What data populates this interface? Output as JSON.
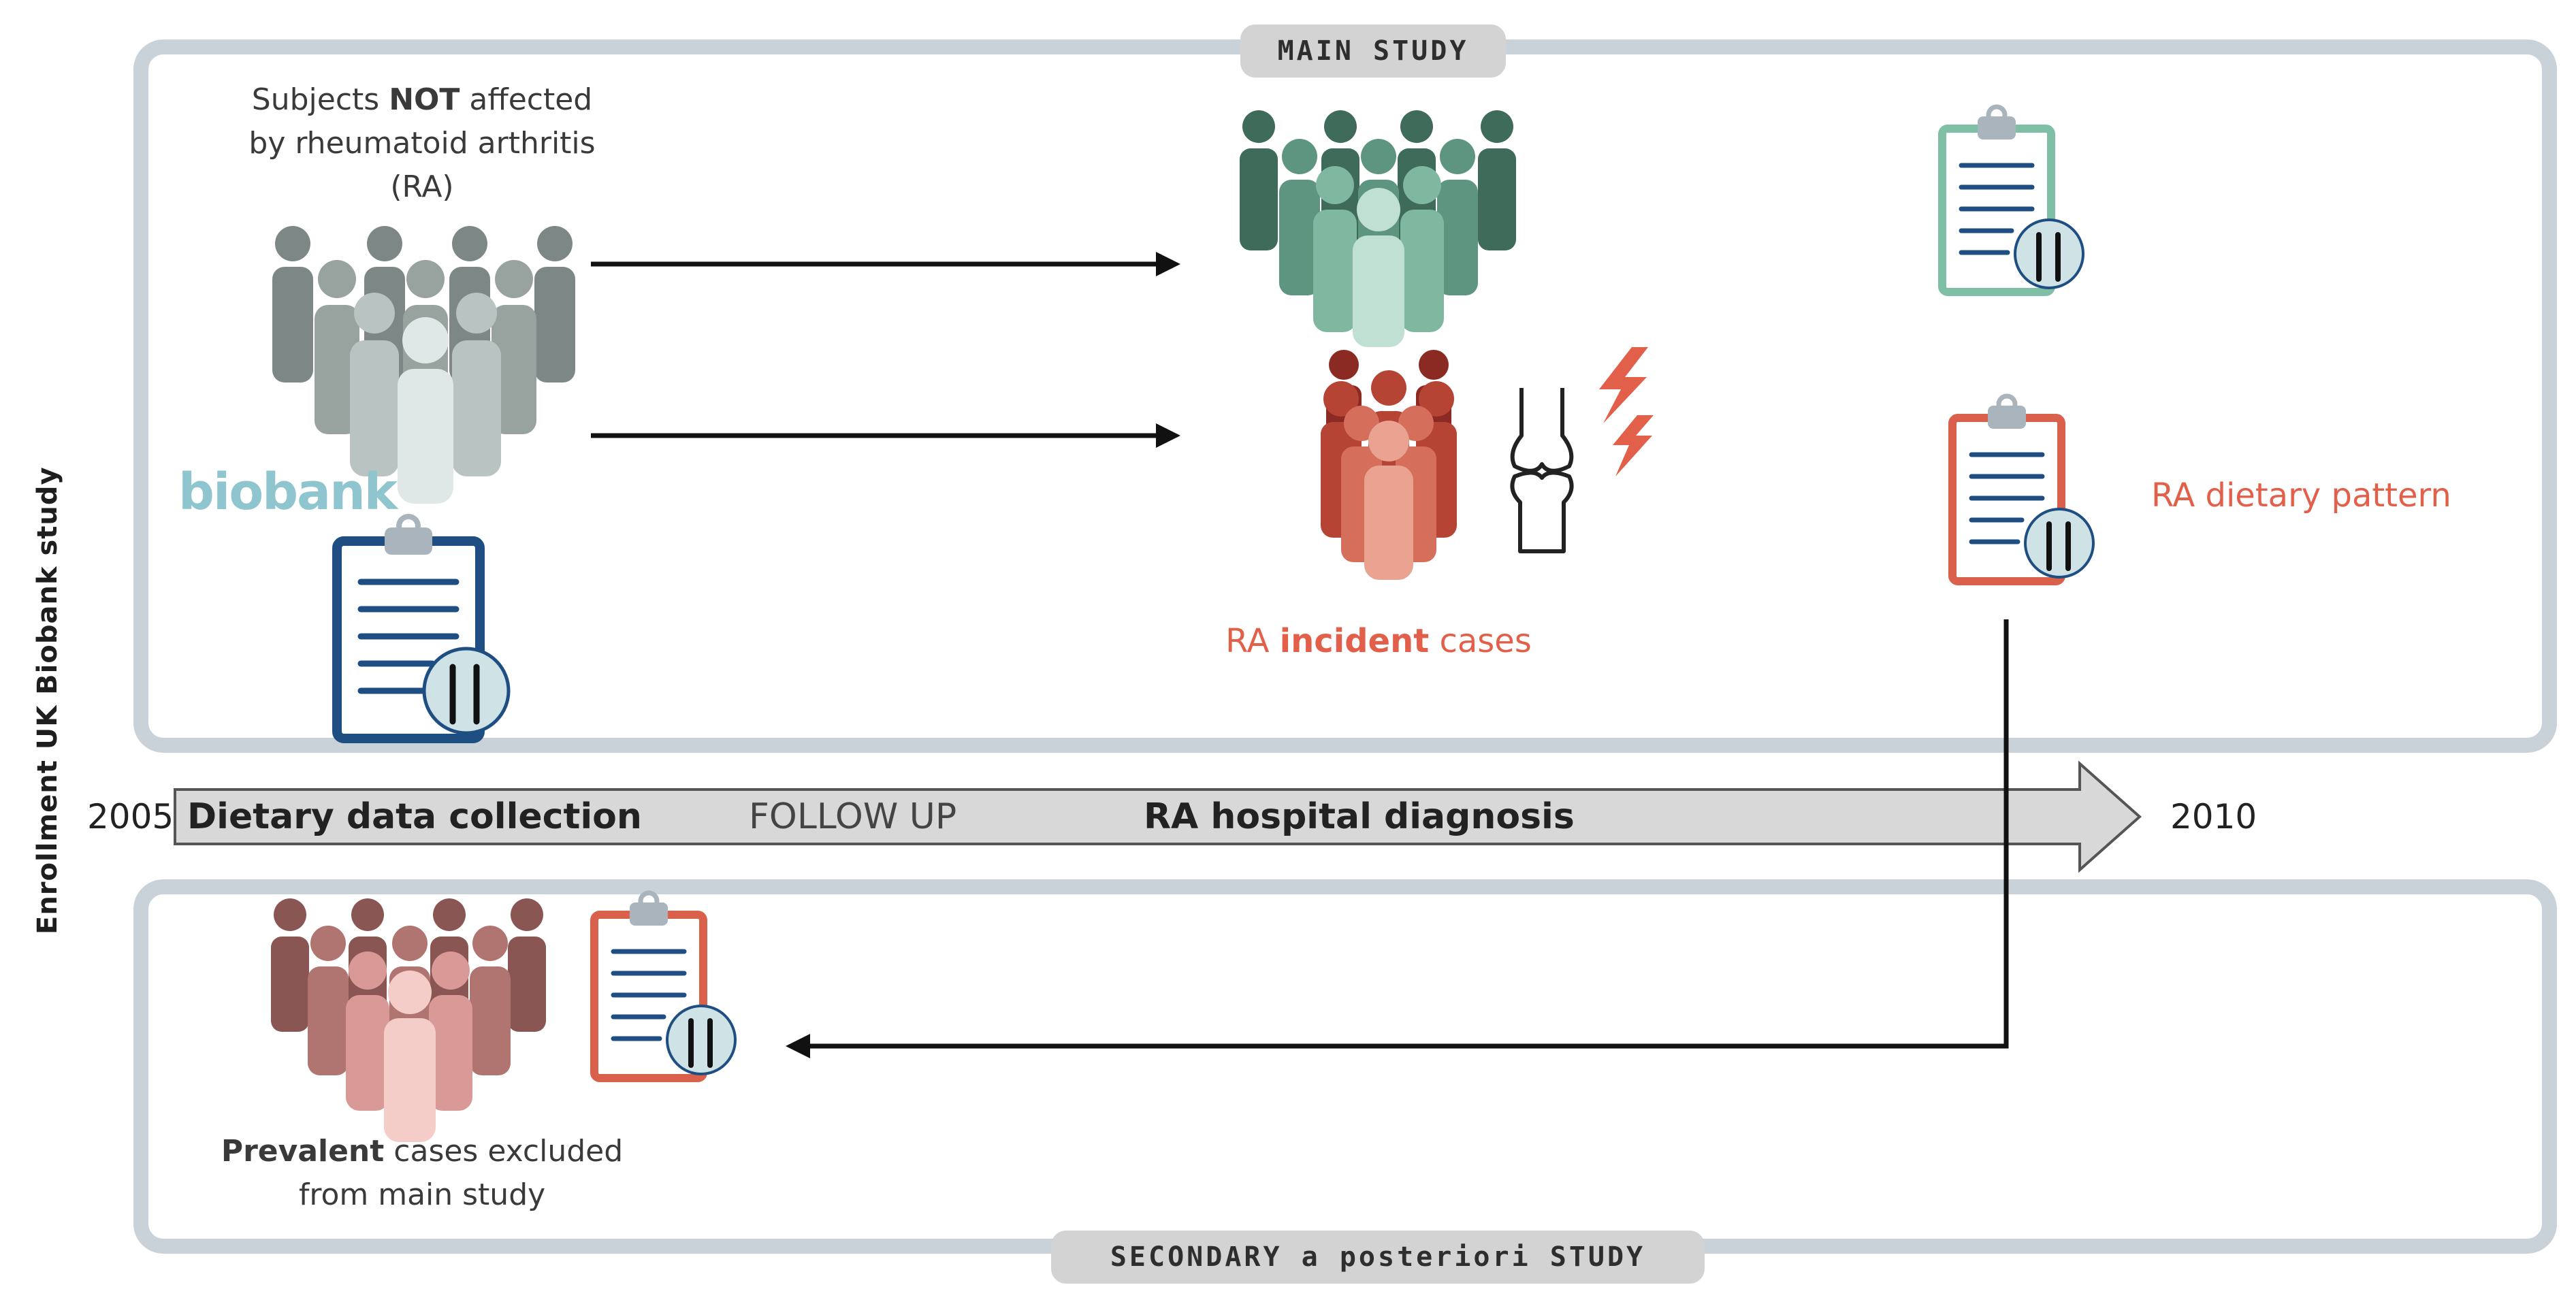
{
  "labels": {
    "main_study": "MAIN STUDY",
    "secondary_study": "SECONDARY a posteriori  STUDY",
    "side_label": "Enrollment UK Biobank study",
    "subjects_pre": "Subjects ",
    "subjects_bold": "NOT",
    "subjects_line1_post": " affected",
    "subjects_line2": "by rheumatoid arthritis",
    "subjects_line3": "(RA)",
    "biobank": "biobank",
    "incident_pre": "RA ",
    "incident_bold": "incident",
    "incident_post": " cases",
    "dietary_pattern": "RA dietary pattern",
    "prevalent_bold": "Prevalent",
    "prevalent_line1_post": " cases excluded",
    "prevalent_line2": "from main study"
  },
  "timeline": {
    "start_year": "2005",
    "end_year": "2010",
    "step1": "Dietary data collection",
    "step2": "FOLLOW UP",
    "step3": "RA hospital diagnosis"
  },
  "colors": {
    "panel_border": "#c9d1d9",
    "grey_group": "#6f7a78",
    "green_group": "#4f7f6d",
    "red_group": "#c0503b",
    "pink_group": "#b37070",
    "clipboard_blue": "#1f4f82",
    "clipboard_green": "#7fbfa5",
    "clipboard_red": "#d9604a",
    "accent_red": "#e2604a",
    "biobank_blue": "#8ec5cf"
  },
  "icons": [
    "people-group-icon",
    "clipboard-diet-icon",
    "knee-joint-icon",
    "lightning-icon",
    "arrow-right-icon"
  ]
}
